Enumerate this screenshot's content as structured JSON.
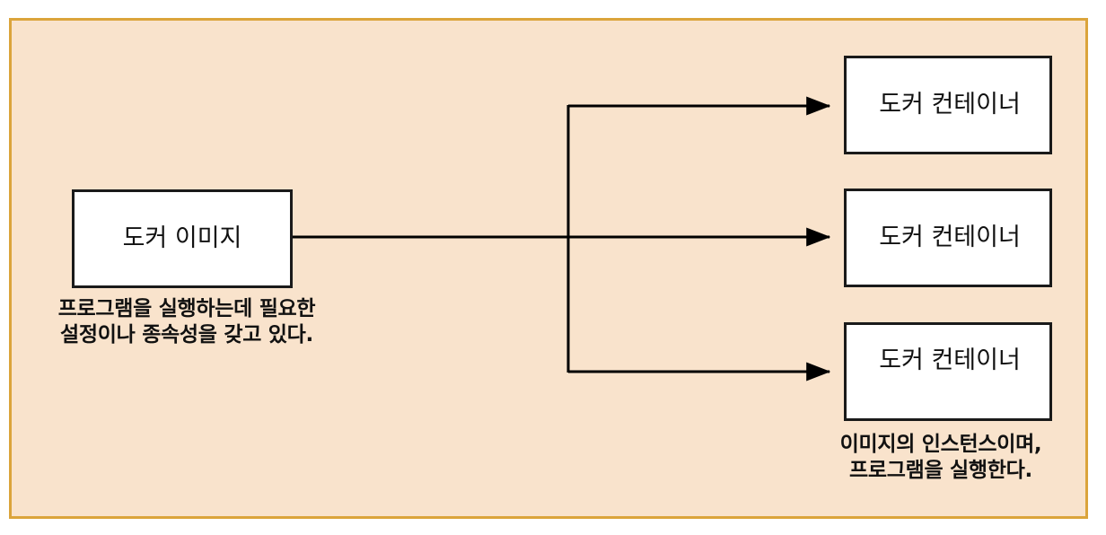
{
  "diagram": {
    "title": "Docker image to docker containers relationship diagram",
    "frame": {
      "background_color": "#F9E3CC",
      "border_color": "#DBA43B"
    },
    "nodes": {
      "image": {
        "label": "도커 이미지",
        "caption": "프로그램을 실행하는데 필요한\n설정이나 종속성을 갖고 있다.",
        "fill_color": "#FFFFFF",
        "border_color": "#1A1A1A"
      },
      "containers": [
        {
          "label": "도커 컨테이너"
        },
        {
          "label": "도커 컨테이너"
        },
        {
          "label": "도커 컨테이너"
        }
      ],
      "containers_caption": "이미지의 인스턴스이며,\n프로그램을 실행한다."
    },
    "connector": {
      "icon": "arrow-right-icon",
      "line_color": "#000000",
      "arrow_count": 3
    }
  }
}
